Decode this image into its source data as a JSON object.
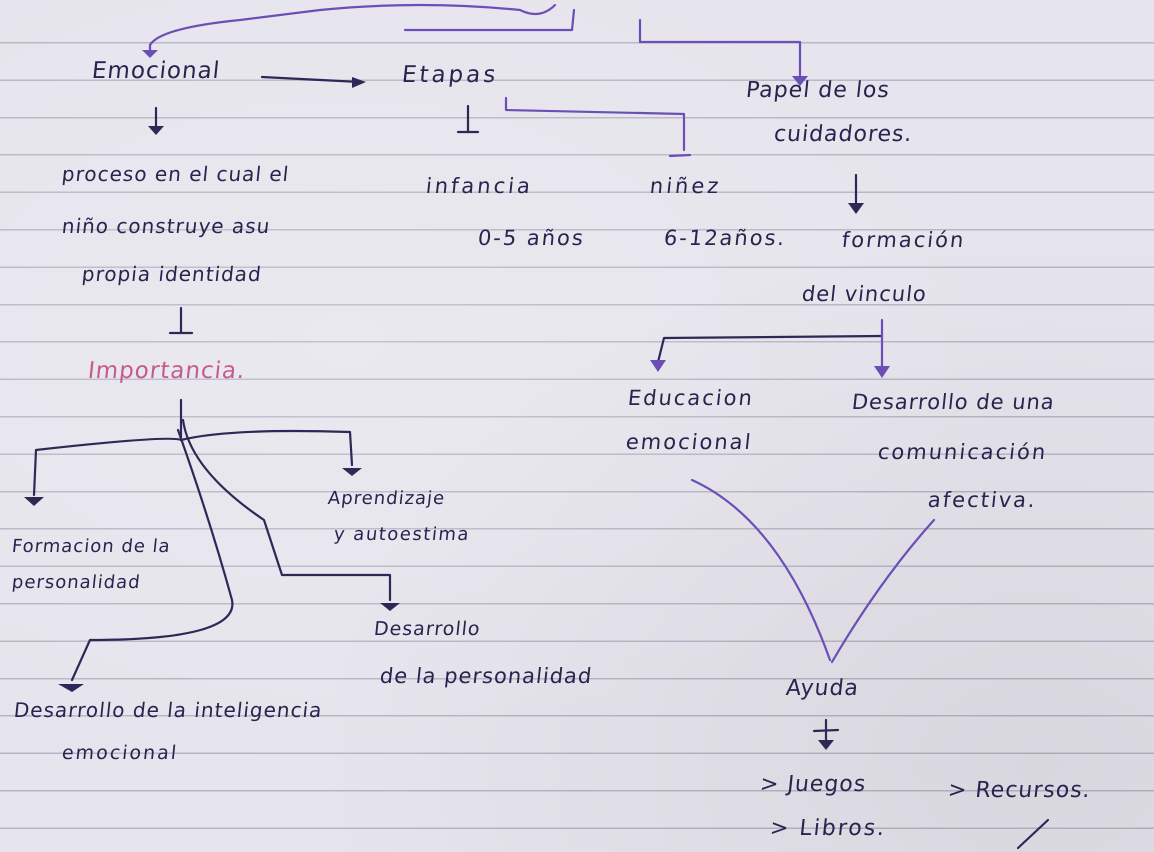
{
  "texts": {
    "emocional": "Emocional",
    "etapas": "Etapas",
    "papel": "Papel de los",
    "cuidadores": "cuidadores.",
    "proceso1": "proceso en el cual el",
    "proceso2": "niño construye asu",
    "proceso3": "propia identidad",
    "importancia": "Importancia.",
    "infancia": "infancia",
    "infancia_edad": "0-5 años",
    "ninez": "niñez",
    "ninez_edad": "6-12años.",
    "formacion": "formación",
    "vinculo": "del vinculo",
    "educacion1": "Educacion",
    "educacion2": "emocional",
    "desarrollo_com1": "Desarrollo de una",
    "desarrollo_com2": "comunicación",
    "desarrollo_com3": "afectiva.",
    "aprendizaje1": "Aprendizaje",
    "aprendizaje2": "y autoestima",
    "formacion_pers1": "Formacion de la",
    "formacion_pers2": "personalidad",
    "desarrollo_pers1": "Desarrollo",
    "desarrollo_pers2": "de la personalidad",
    "inteligencia1": "Desarrollo de la inteligencia",
    "inteligencia2": "emocional",
    "ayuda": "Ayuda",
    "juegos": "> Juegos",
    "recursos": "> Recursos.",
    "libros": "> Libros."
  },
  "colors": {
    "ink": "#2e2856",
    "arrow_purple": "#6b4fb6",
    "importance_pink": "#c65a8c",
    "paper": "#e6e4ec",
    "rule": "#b7b6c6"
  }
}
